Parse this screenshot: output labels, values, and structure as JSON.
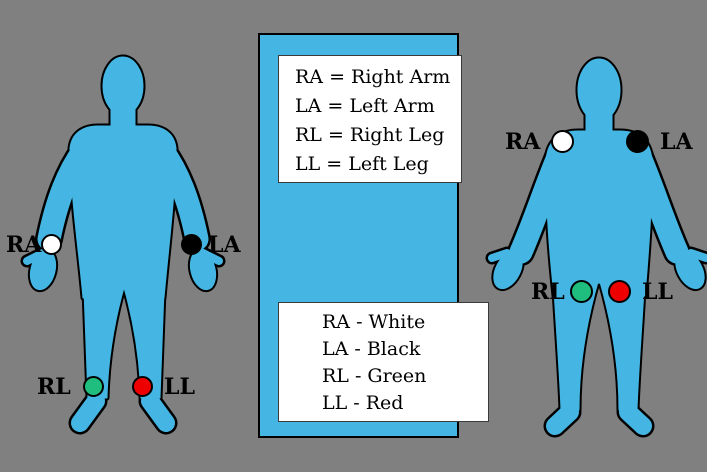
{
  "colors": {
    "bg": "#808080",
    "body": "#45B6E3",
    "panel": "#45B6E3",
    "outline": "#000000",
    "box": "#FFFFFF",
    "ra": "#FFFFFF",
    "la": "#000000",
    "rl": "#1FBE7E",
    "ll": "#EE0000"
  },
  "legend_definitions": {
    "lines": [
      "RA = Right Arm",
      "LA = Left Arm",
      "RL = Right Leg",
      "LL = Left Leg"
    ]
  },
  "legend_colors": {
    "lines": [
      "RA - White",
      "LA - Black",
      "RL - Green",
      "LL - Red"
    ]
  },
  "electrodes": {
    "ra": {
      "label": "RA",
      "color_name": "White"
    },
    "la": {
      "label": "LA",
      "color_name": "Black"
    },
    "rl": {
      "label": "RL",
      "color_name": "Green"
    },
    "ll": {
      "label": "LL",
      "color_name": "Red"
    }
  }
}
